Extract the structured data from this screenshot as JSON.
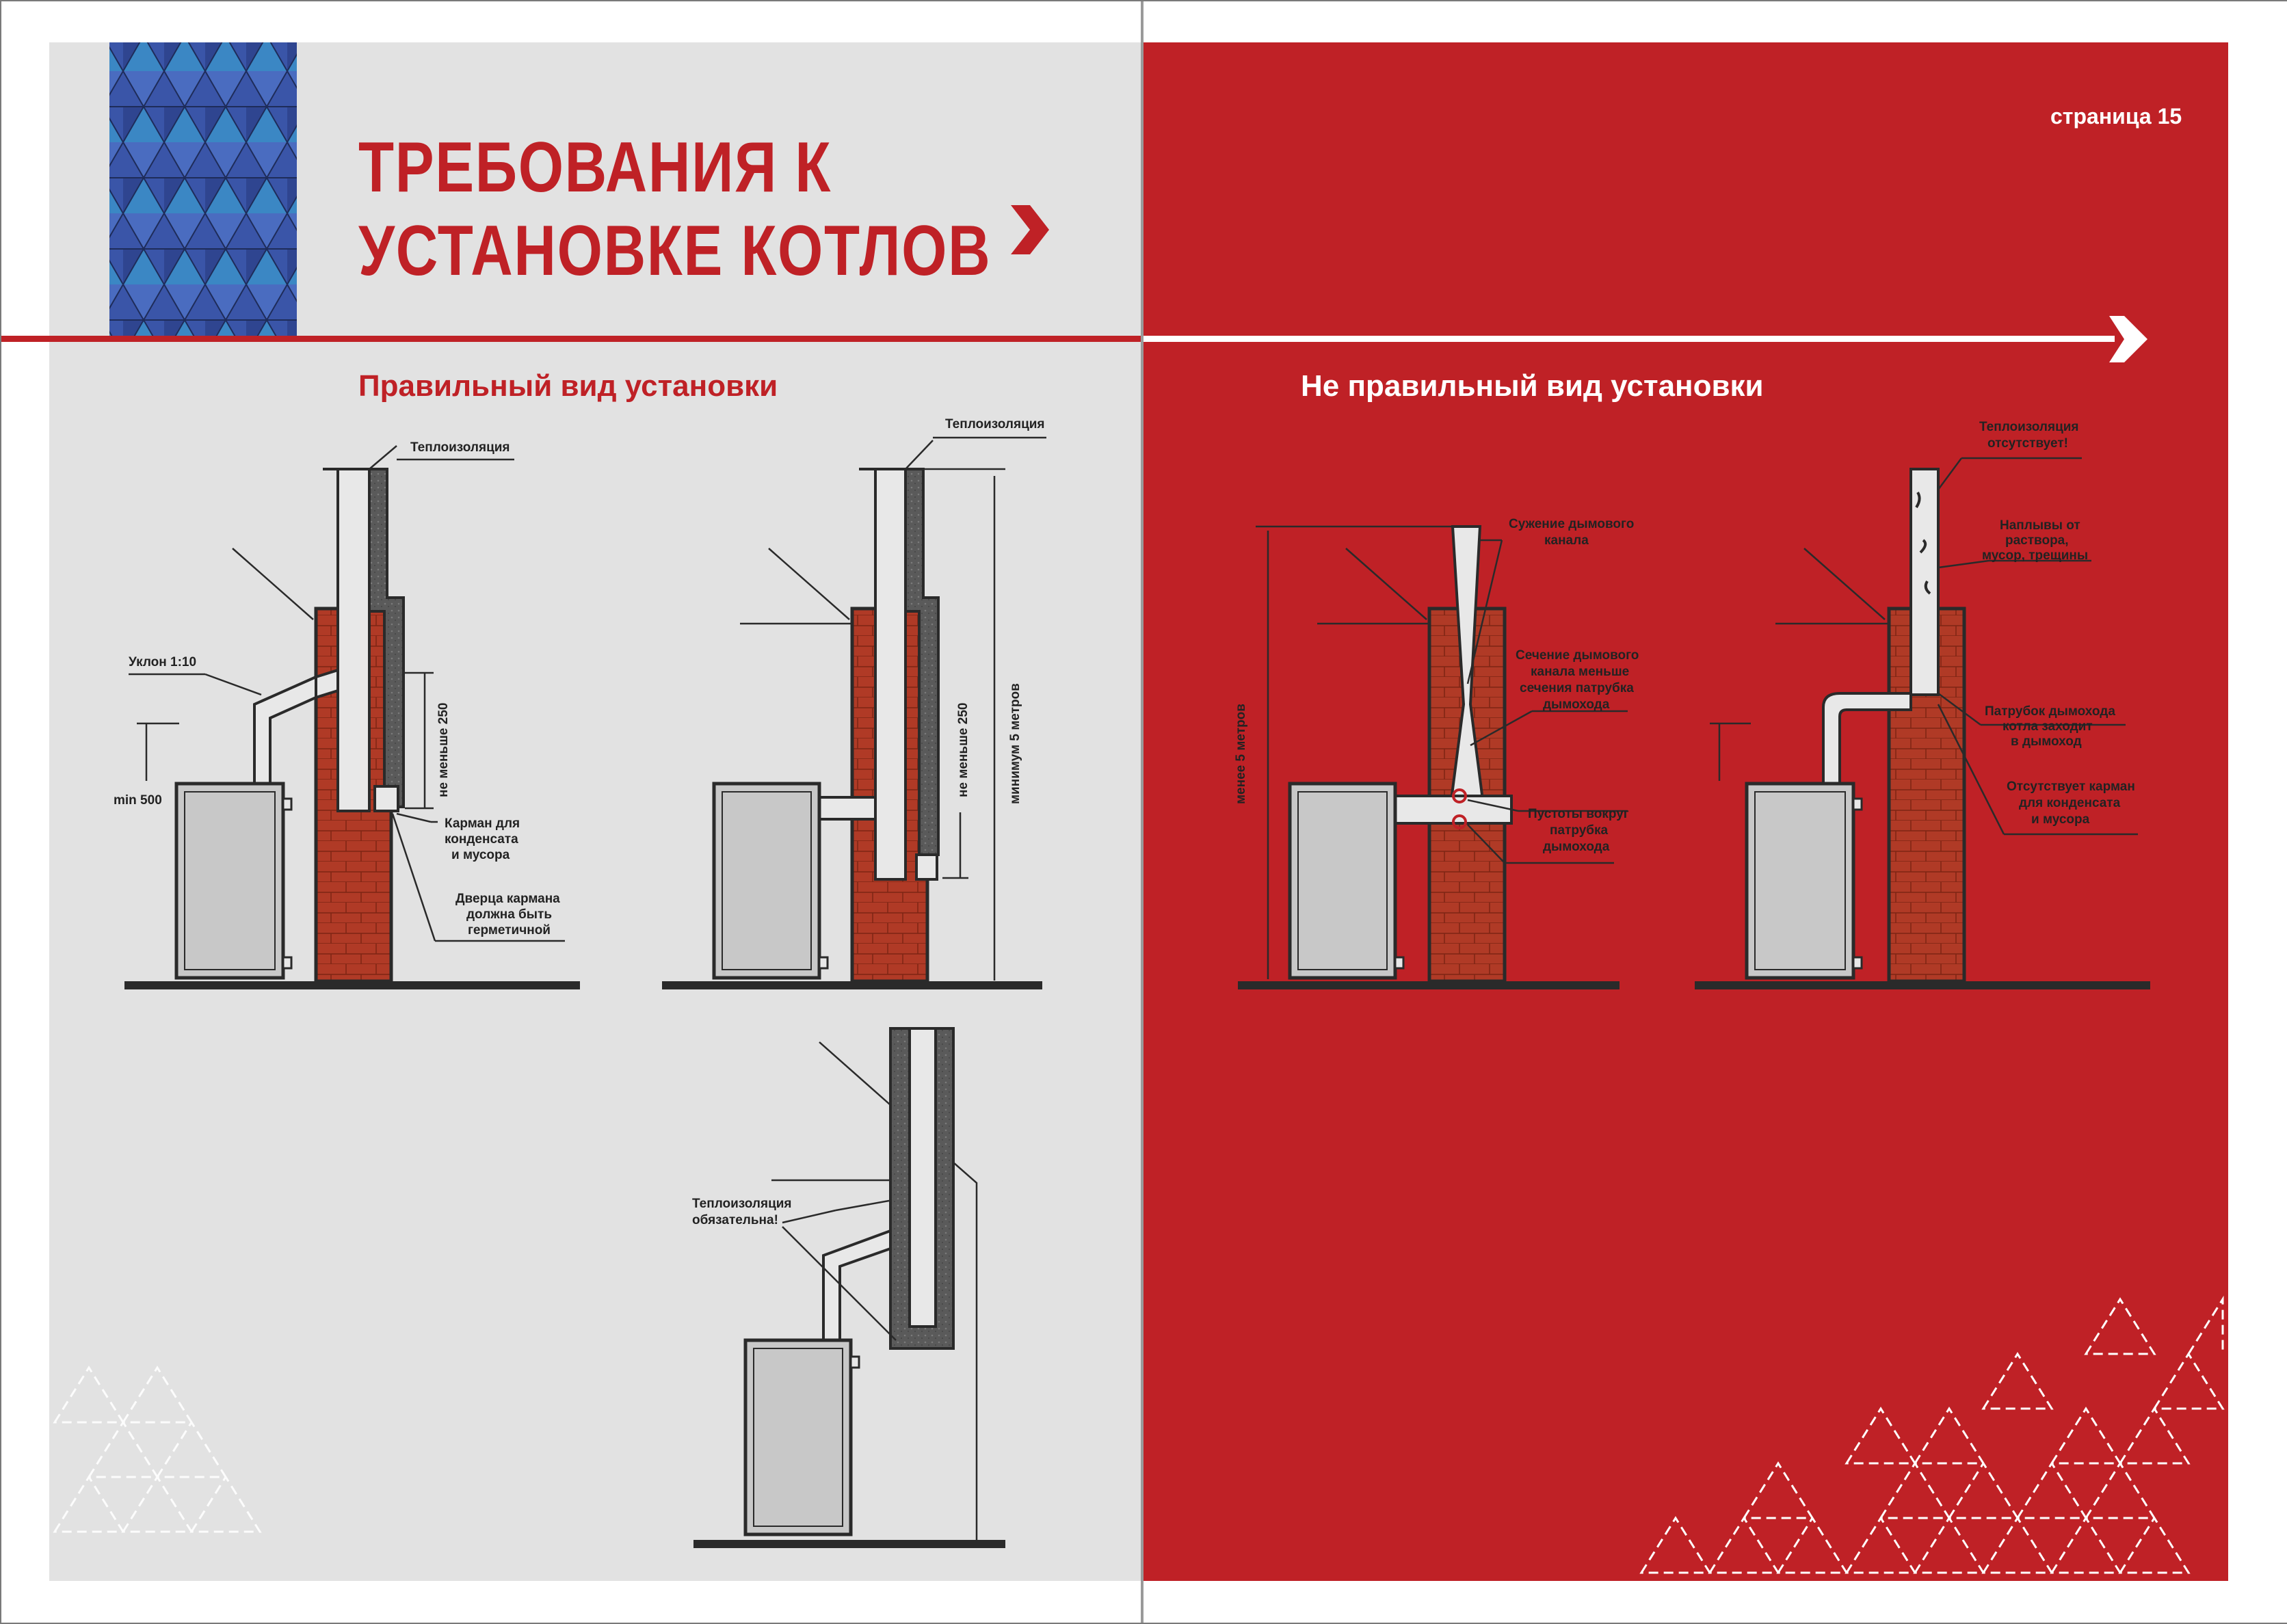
{
  "header": {
    "title_line1": "ТРЕБОВАНИЯ К",
    "title_line2": "УСТАНОВКЕ КОТЛОВ",
    "page_number": "страница 15"
  },
  "sections": {
    "correct_title": "Правильный вид установки",
    "incorrect_title": "Не правильный вид установки"
  },
  "correct_diagram_1": {
    "insulation": "Теплоизоляция",
    "slope": "Уклон 1:10",
    "min_height": "min 500",
    "not_less_250": "не меньше 250",
    "pocket_line1": "Карман для",
    "pocket_line2": "конденсата",
    "pocket_line3": "и мусора",
    "door_line1": "Дверца кармана",
    "door_line2": "должна быть",
    "door_line3": "герметичной"
  },
  "correct_diagram_2": {
    "insulation": "Теплоизоляция",
    "not_less_250": "не меньше 250",
    "min_5m": "минимум 5 метров"
  },
  "correct_diagram_3": {
    "insulation_line1": "Теплоизоляция",
    "insulation_line2": "обязательна!"
  },
  "incorrect_diagram_1": {
    "less_5m": "менее 5 метров",
    "narrowing_line1": "Сужение дымового",
    "narrowing_line2": "канала",
    "section_line1": "Сечение дымового",
    "section_line2": "канала меньше",
    "section_line3": "сечения патрубка",
    "section_line4": "дымохода",
    "voids_line1": "Пустоты вокруг",
    "voids_line2": "патрубка",
    "voids_line3": "дымохода"
  },
  "incorrect_diagram_2": {
    "no_insulation_line1": "Теплоизоляция",
    "no_insulation_line2": "отсутствует!",
    "buildup_line1": "Наплывы от",
    "buildup_line2": "раствора,",
    "buildup_line3": "мусор, трещины",
    "pipe_line1": "Патрубок дымохода",
    "pipe_line2": "котла заходит",
    "pipe_line3": "в дымоход",
    "no_pocket_line1": "Отсутствует карман",
    "no_pocket_line2": "для конденсата",
    "no_pocket_line3": "и мусора"
  },
  "colors": {
    "brand_red": "#bf2126",
    "page_gray": "#e2e2e2",
    "brick": "#b03a26",
    "insulation": "#5a5a5a",
    "boiler": "#c8c8c8"
  }
}
